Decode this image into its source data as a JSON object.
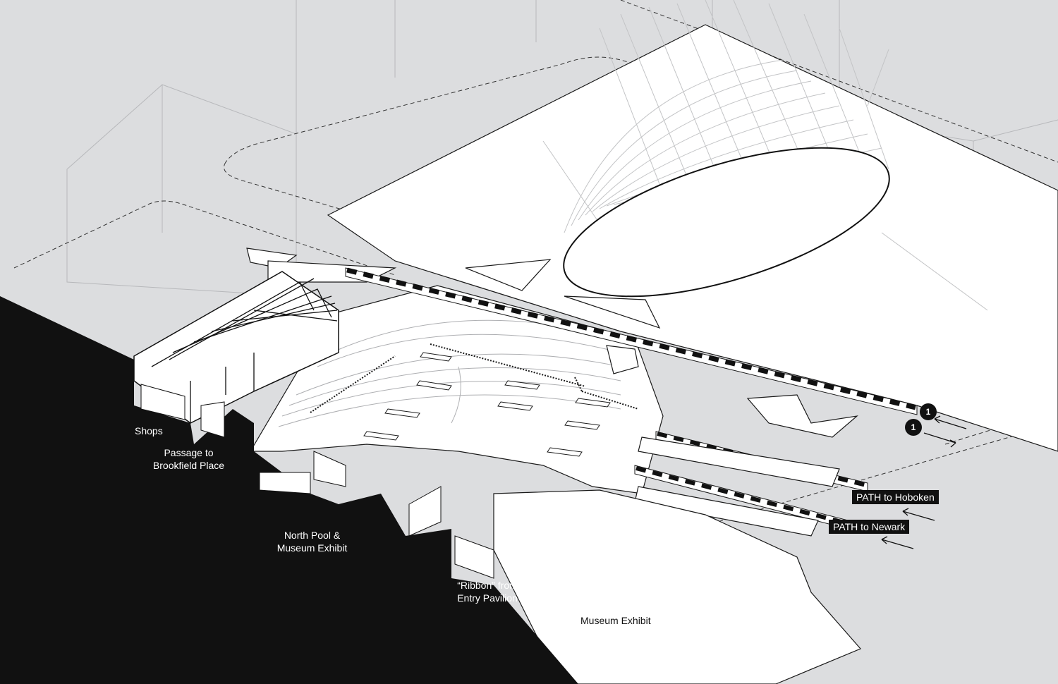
{
  "labels": {
    "shops": "Shops",
    "passage_line1": "Passage to",
    "passage_line2": "Brookfield Place",
    "north_pool_line1": "North Pool &",
    "north_pool_line2": "Museum Exhibit",
    "ribbon_line1": "“Ribbon” from",
    "ribbon_line2": "Entry Pavilion",
    "museum_exhibit": "Museum Exhibit"
  },
  "tags": {
    "hoboken": "PATH to Hoboken",
    "newark": "PATH to Newark"
  },
  "markers": {
    "marker_upper": "1",
    "marker_lower": "1"
  },
  "colors": {
    "background": "#dcdddf",
    "section_cut": "#111111",
    "plan_fill": "#ffffff",
    "line": "#1a1a1a",
    "ghost_line": "#b7b8bb"
  }
}
